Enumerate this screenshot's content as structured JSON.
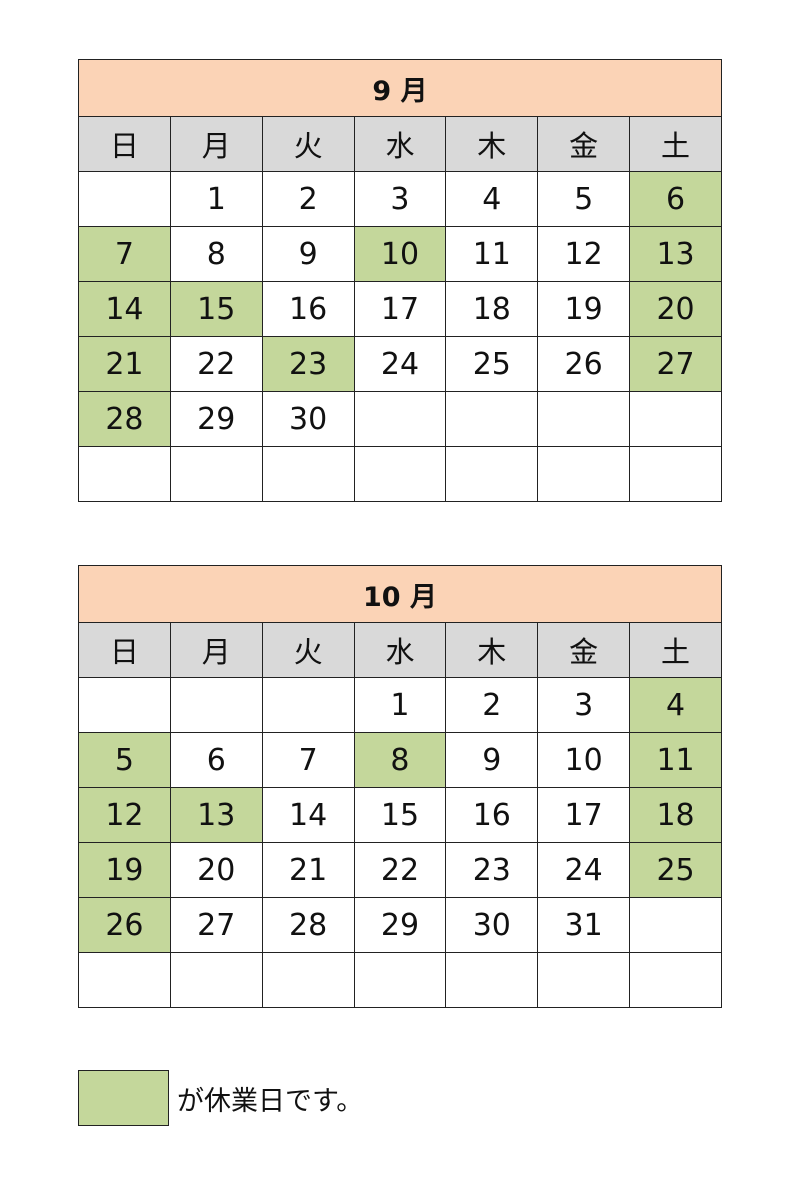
{
  "colors": {
    "title_background": "#fbd3b6",
    "weekday_header_background": "#d9d9d9",
    "holiday": "#c4d79b",
    "border": "#222222"
  },
  "weekdays": [
    "日",
    "月",
    "火",
    "水",
    "木",
    "金",
    "土"
  ],
  "calendars": [
    {
      "title": "9 月",
      "weeks": [
        [
          "",
          "1",
          "2",
          "3",
          "4",
          "5",
          "6"
        ],
        [
          "7",
          "8",
          "9",
          "10",
          "11",
          "12",
          "13"
        ],
        [
          "14",
          "15",
          "16",
          "17",
          "18",
          "19",
          "20"
        ],
        [
          "21",
          "22",
          "23",
          "24",
          "25",
          "26",
          "27"
        ],
        [
          "28",
          "29",
          "30",
          "",
          "",
          "",
          ""
        ],
        [
          "",
          "",
          "",
          "",
          "",
          "",
          ""
        ]
      ],
      "holidays": [
        "6",
        "7",
        "10",
        "13",
        "14",
        "15",
        "20",
        "21",
        "23",
        "27",
        "28"
      ]
    },
    {
      "title": "10 月",
      "weeks": [
        [
          "",
          "",
          "",
          "1",
          "2",
          "3",
          "4"
        ],
        [
          "5",
          "6",
          "7",
          "8",
          "9",
          "10",
          "11"
        ],
        [
          "12",
          "13",
          "14",
          "15",
          "16",
          "17",
          "18"
        ],
        [
          "19",
          "20",
          "21",
          "22",
          "23",
          "24",
          "25"
        ],
        [
          "26",
          "27",
          "28",
          "29",
          "30",
          "31",
          ""
        ],
        [
          "",
          "",
          "",
          "",
          "",
          "",
          ""
        ]
      ],
      "holidays": [
        "4",
        "5",
        "8",
        "11",
        "12",
        "13",
        "18",
        "19",
        "25",
        "26"
      ]
    }
  ],
  "legend": {
    "text": "が休業日です。"
  }
}
